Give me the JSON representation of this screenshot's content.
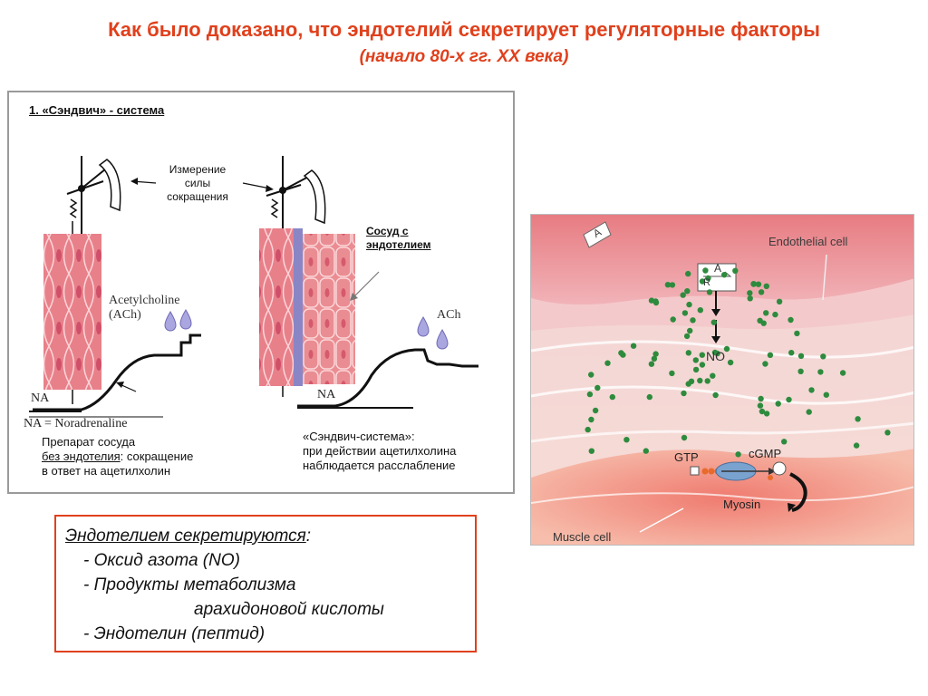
{
  "title": "Как было доказано, что эндотелий секретирует регуляторные факторы",
  "subtitle": "(начало 80-х гг. XX века)",
  "left_panel": {
    "heading": "1. «Сэндвич» - система",
    "measure_label": [
      "Измерение",
      "силы",
      "сокращения"
    ],
    "vessel_label": [
      "Сосуд с",
      "эндотелием"
    ],
    "ach_label_1": [
      "Acetylcholine",
      "(ACh)"
    ],
    "ach_label_2": "ACh",
    "na_label_1": "NA",
    "na_label_2": "NA",
    "na_legend": "NA = Noradrenaline",
    "caption_left": {
      "line1": "Препарат сосуда",
      "line2_underlined": "без эндотелия",
      "line2_rest": ": сокращение",
      "line3": "в ответ на ацетилхолин"
    },
    "caption_right": {
      "line1": "«Сэндвич-система»:",
      "line2": "при действии ацетилхолина",
      "line3": "наблюдается расслабление"
    }
  },
  "secreted": {
    "heading": "Эндотелием секретируются",
    "heading_colon": ":",
    "items": [
      "- Оксид азота (NO)",
      "- Продукты метаболизма",
      "арахидоновой кислоты",
      "- Эндотелин (пептид)"
    ]
  },
  "right_figure": {
    "label_a": "A",
    "endothelial": "Endothelial cell",
    "receptor_a": "A",
    "receptor_r": "R",
    "no": "NO",
    "gtp": "GTP",
    "cgmp": "cGMP",
    "myosin": "Myosin",
    "muscle": "Muscle cell"
  },
  "colors": {
    "title": "#e0401c",
    "box_border": "#e0401c",
    "tissue_pink": "#e8808a",
    "endothelium_violet": "#8a86c6",
    "no_dots": "#2e8b3e"
  }
}
